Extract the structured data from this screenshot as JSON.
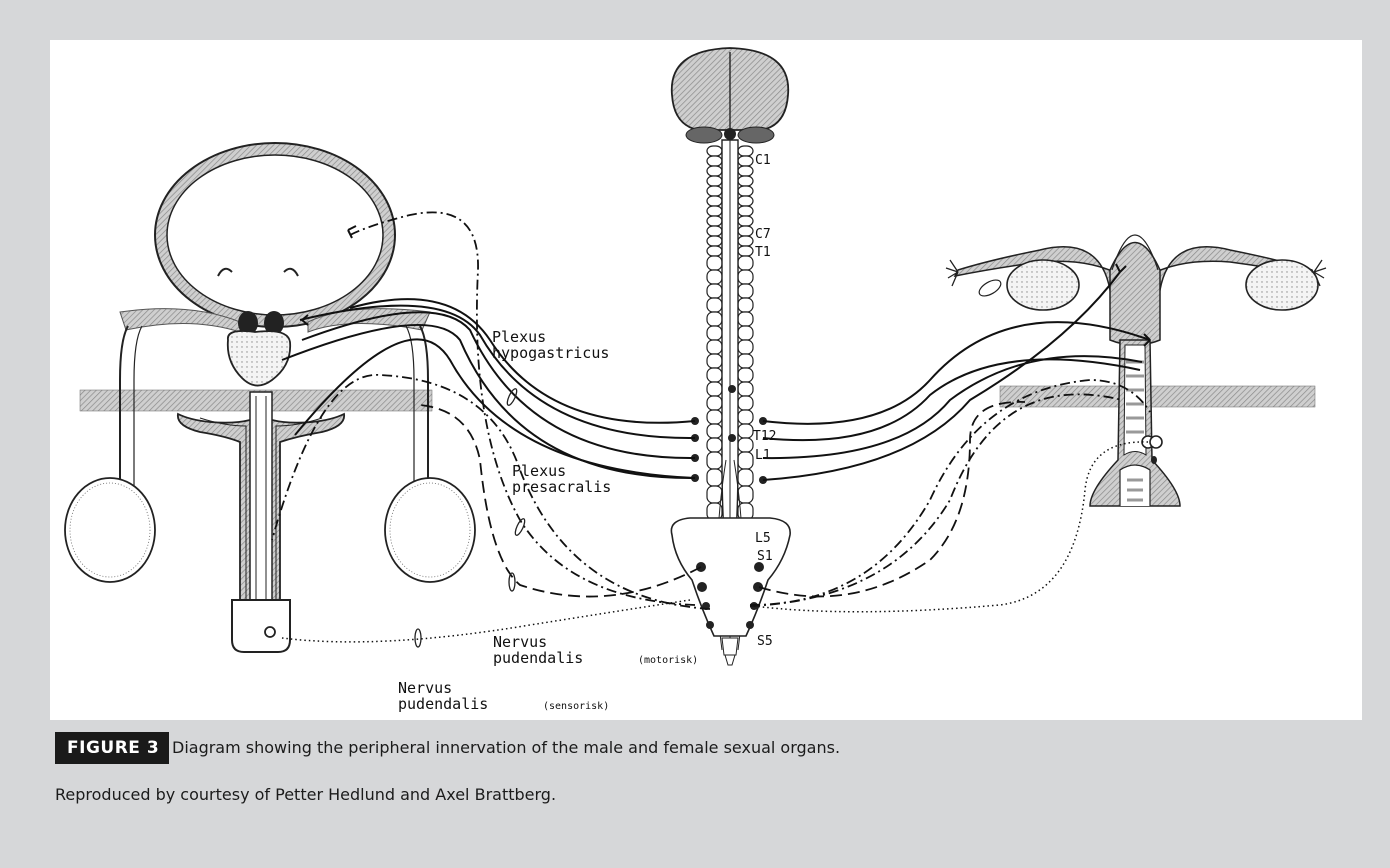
{
  "figure": {
    "badge": "FIGURE 3",
    "caption": "Diagram showing the peripheral innervation of the male and female sexual organs.",
    "credit": "Reproduced by courtesy of Petter Hedlund and Axel Brattberg."
  },
  "diagram": {
    "spinal_labels": {
      "c1": "C1",
      "c7": "C7",
      "t1": "T1",
      "t12": "T12",
      "l1": "L1",
      "l5": "L5",
      "s1": "S1",
      "s5": "S5"
    },
    "nerve_labels": {
      "hypogastricus_1": "Plexus",
      "hypogastricus_2": "hypogastricus",
      "presacralis_1": "Plexus",
      "presacralis_2": "presacralis",
      "pudendalis_motor_1": "Nervus",
      "pudendalis_motor_2": "pudendalis",
      "pudendalis_motor_note": "(motorisk)",
      "pudendalis_sensor_1": "Nervus",
      "pudendalis_sensor_2": "pudendalis",
      "pudendalis_sensor_note": "(sensorisk)"
    }
  }
}
